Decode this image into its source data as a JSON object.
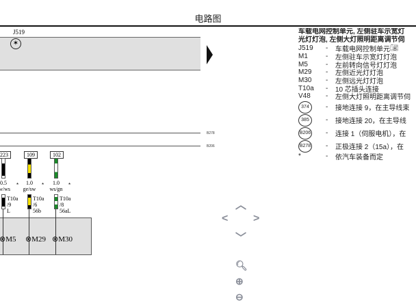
{
  "title": "电路图",
  "diagram": {
    "component": "J519",
    "bus_labels": [
      "B278",
      "B206"
    ],
    "wires": [
      {
        "id": "223",
        "size": "0.5",
        "color": "sw/ws",
        "pin": "T10a",
        "pin_no": "/9",
        "term": "L",
        "colors": [
          "#ffffff",
          "#000000"
        ]
      },
      {
        "id": "109",
        "size": "1.0",
        "color": "ge/sw",
        "pin": "T10a",
        "pin_no": "/6",
        "term": "56b",
        "colors": [
          "#f5e000",
          "#000000"
        ]
      },
      {
        "id": "102",
        "size": "1.0",
        "color": "ws/gn",
        "pin": "T10a",
        "pin_no": "/8",
        "term": "56aL",
        "colors": [
          "#ffffff",
          "#1a8a2a"
        ]
      }
    ],
    "star": "*",
    "lamps": [
      "M5",
      "M29",
      "M30"
    ]
  },
  "legend": {
    "heading": [
      "车载电网控制单元, 左侧驻车示宽灯",
      "光灯灯泡, 左侧大灯照明距离调节伺"
    ],
    "items": [
      {
        "code": "J519",
        "desc": "车载电网控制单元"
      },
      {
        "code": "M1",
        "desc": "左侧驻车示宽灯灯泡"
      },
      {
        "code": "M5",
        "desc": "左前转向信号灯灯泡"
      },
      {
        "code": "M29",
        "desc": "左侧近光灯灯泡"
      },
      {
        "code": "M30",
        "desc": "左侧远光灯灯泡"
      },
      {
        "code": "T10a",
        "desc": "10 芯插头连接"
      },
      {
        "code": "V48",
        "desc": "左侧大灯照明距离调节伺"
      }
    ],
    "circled": [
      {
        "code": "374",
        "desc": "接地连接 9，在主导线束"
      },
      {
        "code": "385",
        "desc": "接地连接 20，在主导线"
      },
      {
        "code": "B206",
        "desc": "连接 1（伺服电机），在"
      },
      {
        "code": "B278",
        "desc": "正极连接 2（15a），在"
      }
    ],
    "note": {
      "code": "*",
      "desc": "依汽车装备而定"
    },
    "dash": "-"
  }
}
